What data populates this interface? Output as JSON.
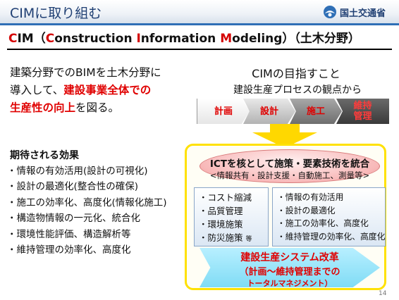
{
  "header": {
    "title": "CIMに取り組む",
    "brand_name": "国土交通省"
  },
  "main_title": {
    "c": "C",
    "rest1": "IM（",
    "c2": "C",
    "rest2": "onstruction ",
    "i": "I",
    "rest3": "nformation ",
    "m": "M",
    "rest4": "odeling）（土木分野）"
  },
  "intro": {
    "line1": "建築分野でのBIMを土木分野に",
    "line2a": "導入して、",
    "line2b": "建設事業全体での",
    "line3a": "生産性の向上",
    "line3b": "を図る。"
  },
  "goal": {
    "title": "CIMの目指すこと",
    "subtitle": "建設生産プロセスの観点から"
  },
  "process": {
    "steps": [
      "計画",
      "設計",
      "施工"
    ],
    "step4_line1": "維持",
    "step4_line2": "管理"
  },
  "effects": {
    "title": "期待される効果",
    "items": [
      "・情報の有効活用(設計の可視化)",
      "・設計の最適化(整合性の確保)",
      "・施工の効率化、高度化(情報化施工)",
      "・構造物情報の一元化、統合化",
      "・環境性能評価、構造解析等",
      "・維持管理の効率化、高度化"
    ]
  },
  "ict": {
    "line1": "ICTを核として施策・要素技術を統合",
    "line2": "<情報共有・設計支援・自動施工、測量等>"
  },
  "left_box": {
    "items": [
      "・コスト縮減",
      "・品質管理",
      "・環境施策"
    ],
    "last_item": "・防災施策",
    "last_suffix": "等"
  },
  "right_box": {
    "items": [
      "・情報の有効活用",
      "・設計の最適化",
      "・施工の効率化、高度化",
      "・維持管理の効率化、高度化"
    ]
  },
  "reform": {
    "line1": "建設生産システム改革",
    "line2": "（計画～維持管理までの",
    "line3": "トータルマネジメント）"
  },
  "page_number": "14",
  "colors": {
    "accent_red": "#e00000",
    "header_blue": "#1f3f73",
    "frame_yellow": "#ffe100"
  }
}
